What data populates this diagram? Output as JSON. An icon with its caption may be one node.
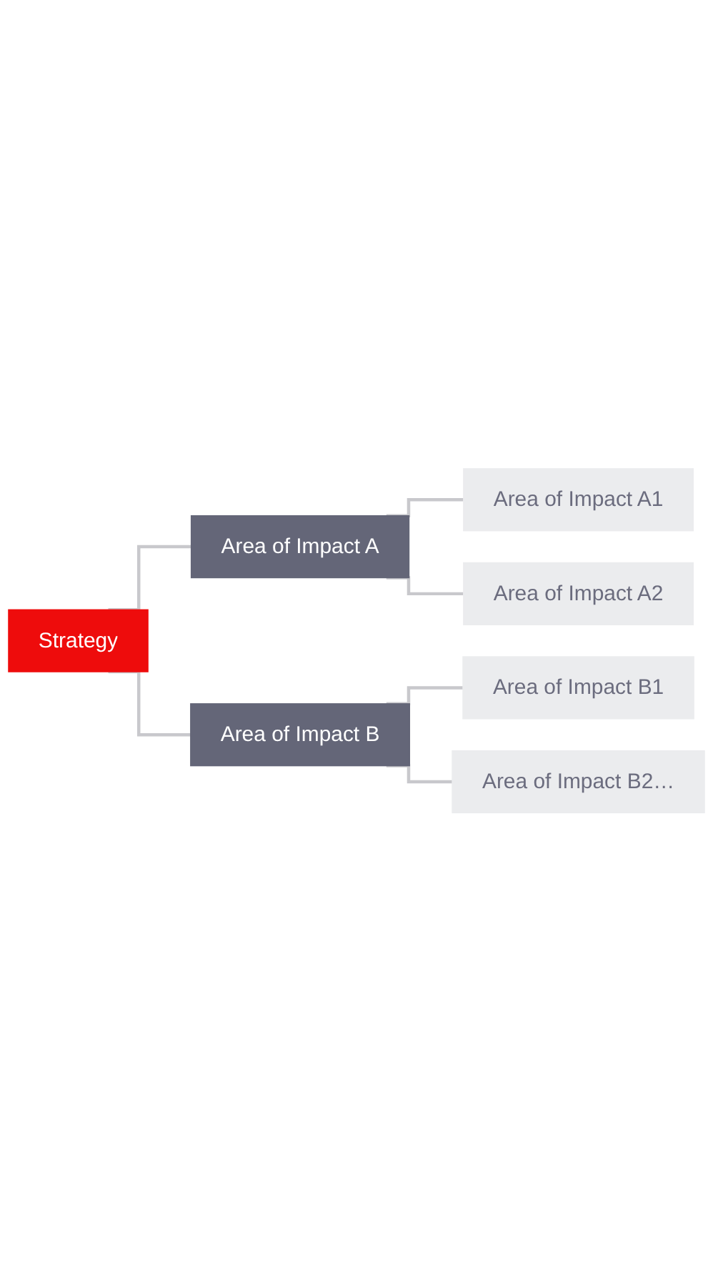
{
  "diagram": {
    "nodes": [
      {
        "text": [
          "Strategy"
        ]
      },
      {
        "text": [
          "Area of Impact A"
        ]
      },
      {
        "text": [
          "Area of Impact A1"
        ]
      },
      {
        "text": [
          "Area of Impact A2"
        ]
      },
      {
        "text": [
          "Area of Impact B"
        ]
      },
      {
        "text": [
          "Area of Impact B1"
        ]
      },
      {
        "text": [
          "Area of Impact B2…"
        ]
      }
    ],
    "edges": [
      {
        "from": 0,
        "to": 1,
        "arrow": "none"
      },
      {
        "from": 1,
        "to": 2,
        "arrow": "none"
      },
      {
        "from": 1,
        "to": 3,
        "arrow": "none"
      },
      {
        "from": 0,
        "to": 4,
        "arrow": "none"
      },
      {
        "from": 4,
        "to": 5,
        "arrow": "none"
      },
      {
        "from": 4,
        "to": 6,
        "arrow": "none"
      }
    ]
  }
}
